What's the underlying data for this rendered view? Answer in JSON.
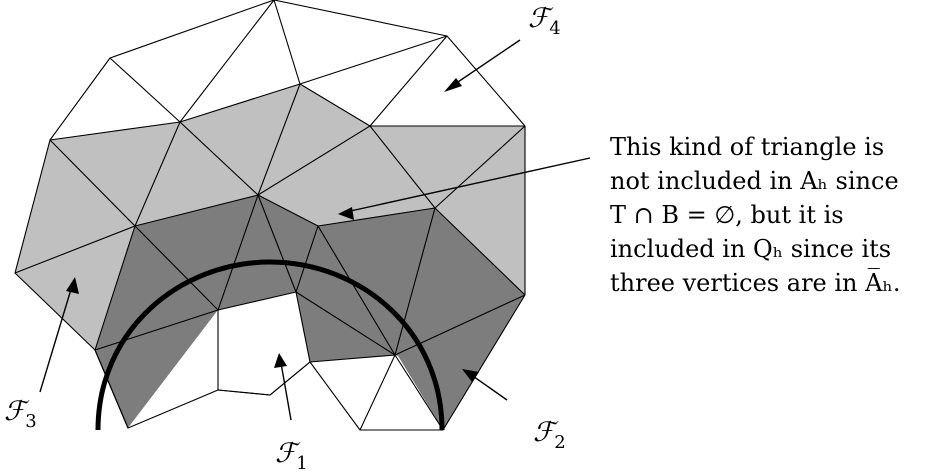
{
  "colors": {
    "light_region": "#c0c0c0",
    "dark_region": "#7d7d7d",
    "white_region": "#ffffff",
    "edges": "#000000",
    "boundary_arc": "#000000"
  },
  "labels": {
    "f1": {
      "main": "ℱ",
      "sub": "1"
    },
    "f2": {
      "main": "ℱ",
      "sub": "2"
    },
    "f3": {
      "main": "ℱ",
      "sub": "3"
    },
    "f4": {
      "main": "ℱ",
      "sub": "4"
    }
  },
  "caption": {
    "line1": "This kind of triangle is",
    "line2": "not included in Aₕ since",
    "line3": "T ∩ B = ∅, but it is",
    "line4": "included in Qₕ since its",
    "line5": "three vertices are in A̅ₕ."
  }
}
